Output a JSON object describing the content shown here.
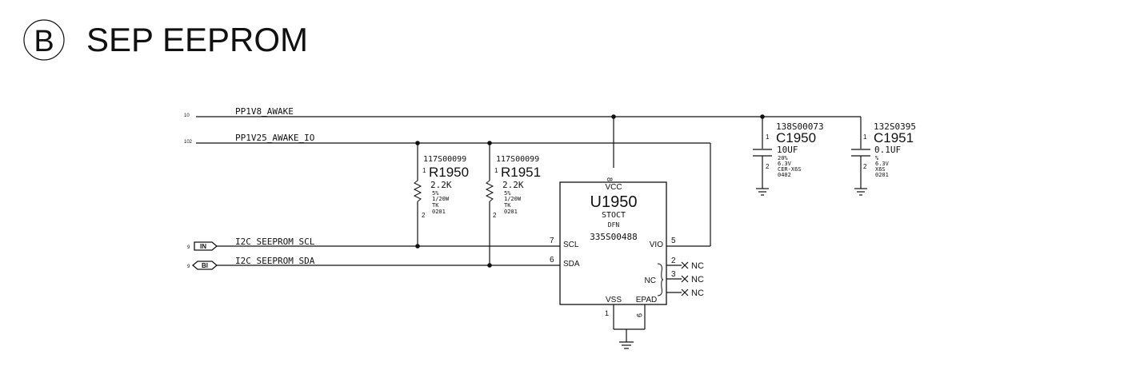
{
  "section": {
    "letter": "B",
    "title": "SEP EEPROM"
  },
  "nets": {
    "pp1v8": {
      "page_ref": "10",
      "name": "PP1V8_AWAKE"
    },
    "pp1v25": {
      "page_ref": "102",
      "name": "PP1V25_AWAKE_IO"
    },
    "scl": {
      "page_ref": "9",
      "flag": "IN",
      "name": "I2C_SEEPROM_SCL"
    },
    "sda": {
      "page_ref": "9",
      "flag": "BI",
      "name": "I2C_SEEPROM_SDA"
    }
  },
  "r1950": {
    "part": "117S00099",
    "ref": "R1950",
    "value": "2.2K",
    "tol": "5%",
    "power": "1/20W",
    "type": "TK",
    "size": "0201",
    "pin1": "1",
    "pin2": "2"
  },
  "r1951": {
    "part": "117S00099",
    "ref": "R1951",
    "value": "2.2K",
    "tol": "5%",
    "power": "1/20W",
    "type": "TK",
    "size": "0201",
    "pin1": "1",
    "pin2": "2"
  },
  "c1950": {
    "part": "138S00073",
    "ref": "C1950",
    "value": "10UF",
    "tol": "20%",
    "voltage": "6.3V",
    "type": "CER-X6S",
    "size": "0402",
    "pin1": "1",
    "pin2": "2"
  },
  "c1951": {
    "part": "132S0395",
    "ref": "C1951",
    "value": "0.1UF",
    "tol": "%",
    "voltage": "6.3V",
    "type": "X6S",
    "size": "0201",
    "pin1": "1",
    "pin2": "2"
  },
  "u1950": {
    "ref": "U1950",
    "device": "STOCT",
    "package": "DFN",
    "part": "335S00488",
    "pins": {
      "vcc": {
        "name": "VCC",
        "num": "8"
      },
      "scl": {
        "name": "SCL",
        "num": "7"
      },
      "sda": {
        "name": "SDA",
        "num": "6"
      },
      "vio": {
        "name": "VIO",
        "num": "5"
      },
      "vss": {
        "name": "VSS",
        "num": "1"
      },
      "epad": {
        "name": "EPAD",
        "num": "9"
      },
      "nc2": {
        "num": "2"
      },
      "nc3": {
        "num": "3"
      }
    },
    "nc_group_label": "NC",
    "nc_labels": [
      "NC",
      "NC",
      "NC"
    ]
  }
}
